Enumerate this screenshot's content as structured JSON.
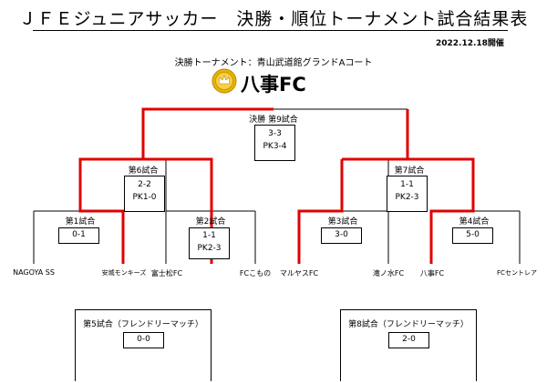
{
  "header": {
    "title": "ＪＦＥジュニアサッカー　決勝・順位トーナメント試合結果表",
    "date": "2022.12.18開催",
    "venue": "決勝トーナメント：青山武道館グランドAコート",
    "winner": "八事FC"
  },
  "final": {
    "label": "決勝 第9試合",
    "score": "3-3",
    "pk": "PK3-4"
  },
  "semis": [
    {
      "label": "第6試合",
      "score": "2-2",
      "pk": "PK1-0"
    },
    {
      "label": "第7試合",
      "score": "1-1",
      "pk": "PK2-3"
    }
  ],
  "quarters": [
    {
      "label": "第1試合",
      "score": "0-1"
    },
    {
      "label": "第2試合",
      "score": "1-1",
      "pk": "PK2-3"
    },
    {
      "label": "第3試合",
      "score": "3-0"
    },
    {
      "label": "第4試合",
      "score": "5-0"
    }
  ],
  "teams": [
    "NAGOYA SS",
    "安城モンキーズ",
    "富士松FC",
    "FCこもの",
    "マルヤスFC",
    "滝ノ水FC",
    "八事FC",
    "FCセントレア"
  ],
  "friendlies": [
    {
      "label": "第5試合（フレンドリーマッチ）",
      "score": "0-0"
    },
    {
      "label": "第8試合（フレンドリーマッチ）",
      "score": "2-0"
    }
  ],
  "colors": {
    "winner_path": "#e00000",
    "line": "#000000",
    "medal": "#e0a800"
  }
}
